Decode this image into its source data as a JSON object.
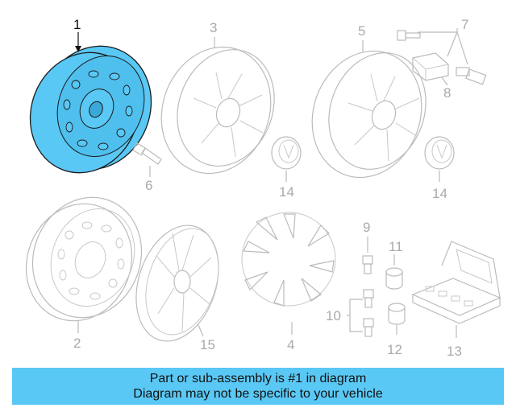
{
  "diagram": {
    "callouts": [
      "1",
      "2",
      "3",
      "4",
      "5",
      "6",
      "7",
      "8",
      "9",
      "10",
      "11",
      "12",
      "13",
      "14",
      "14",
      "15"
    ],
    "highlight_color": "#5ac8f5",
    "line_color": "#bbbbbb"
  },
  "banner": {
    "line1": "Part or sub-assembly is #1 in diagram",
    "line2": "Diagram may not be specific to your vehicle",
    "background": "#5ac8f5"
  }
}
